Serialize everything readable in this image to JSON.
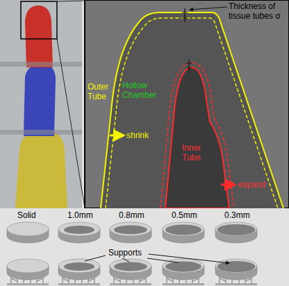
{
  "diagram": {
    "labels": [
      "Thickness of tissue tubes σ",
      "Outer Tube",
      "Hollow Chamber",
      "shrink",
      "Inner Tube",
      "expand",
      "Solid",
      "1.0mm",
      "0.8mm",
      "0.5mm",
      "0.3mm",
      "Supports"
    ]
  }
}
